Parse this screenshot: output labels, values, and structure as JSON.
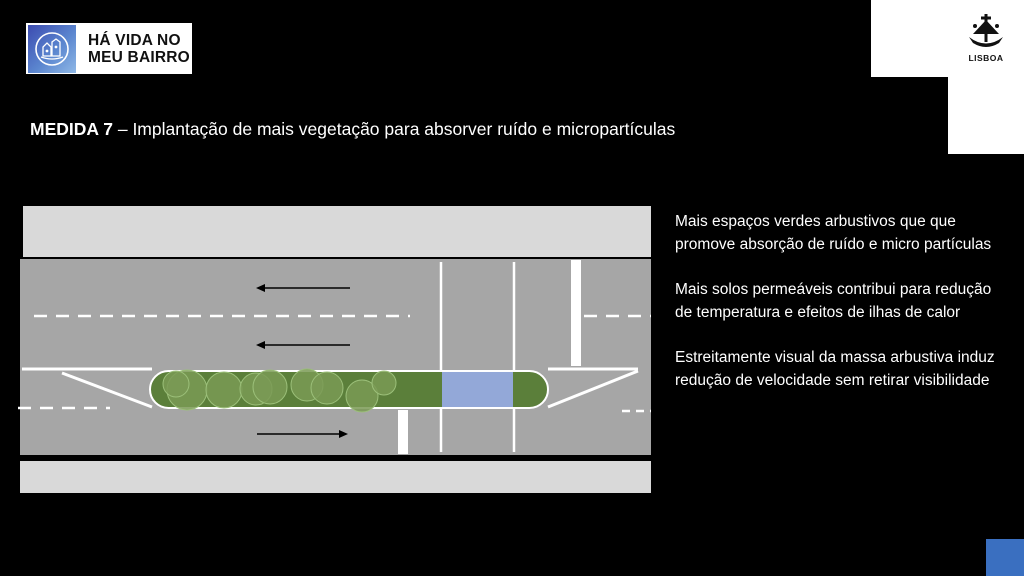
{
  "brand": {
    "logo_title": "HÁ VIDA NO\nMEU BAIRRO",
    "city_logo_label": "LISBOA"
  },
  "title": {
    "lead": "MEDIDA 7",
    "rest": " – Implantação de mais vegetação para absorver ruído e micropartículas"
  },
  "notes": [
    "Mais espaços verdes arbustivos que que promove absorção de ruído e micro partículas",
    "Mais solos permeáveis contribui para redução de temperatura e efeitos de ilhas de calor",
    "Estreitamente visual da massa arbustiva induz redução de velocidade sem retirar visibilidade"
  ],
  "colors": {
    "background": "#000000",
    "road": "#a6a6a6",
    "sidewalk": "#d9d9d9",
    "planter": "#5b7f3a",
    "tree": "#7a9a55",
    "crossing_patch": "#93a8d8",
    "accent_square": "#3a6fc0"
  },
  "icons": {
    "brand_emblem": "neighbourhood-emblem-icon",
    "city_emblem": "lisboa-ship-icon",
    "arrows": [
      "arrow-left-icon",
      "arrow-left-icon",
      "arrow-right-icon"
    ]
  }
}
